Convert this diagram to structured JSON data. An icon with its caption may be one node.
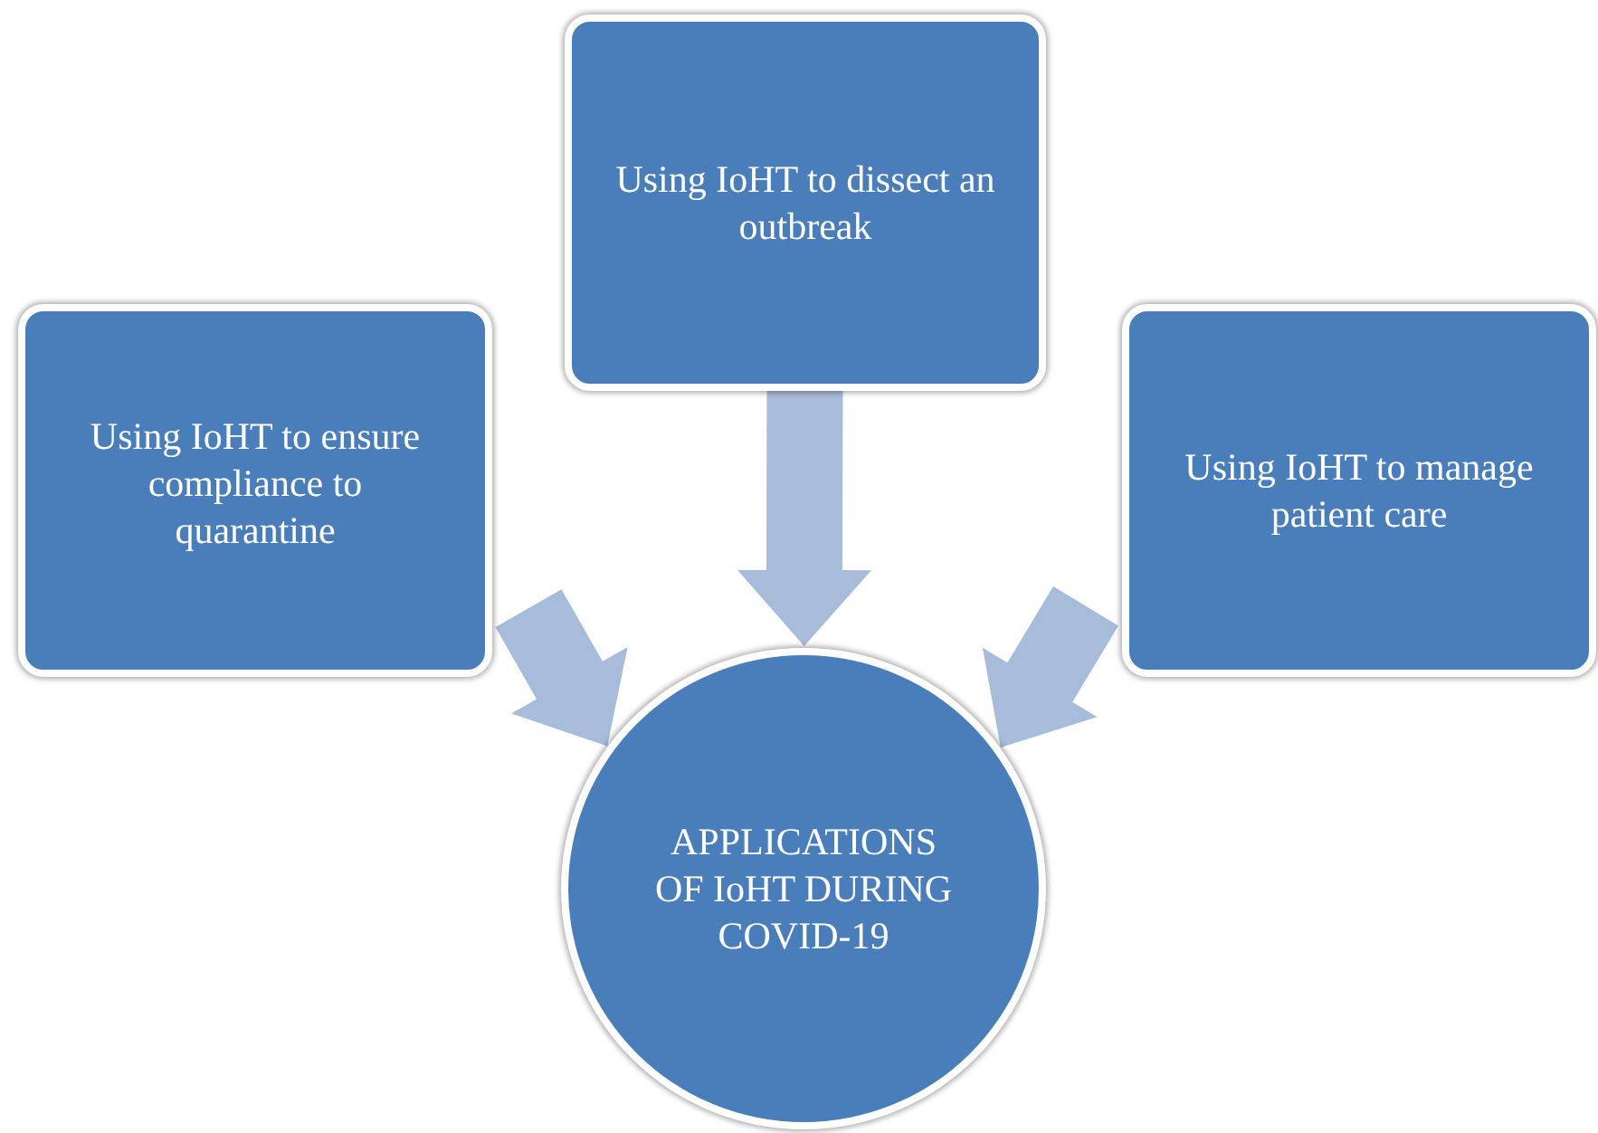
{
  "diagram": {
    "nodes": [
      {
        "text": [
          "Using IoHT to ensure compliance to quarantine"
        ]
      },
      {
        "text": [
          "Using IoHT to dissect an outbreak"
        ]
      },
      {
        "text": [
          "Using IoHT to manage patient care"
        ]
      },
      {
        "text": [
          "APPLICATIONS OF IoHT DURING COVID-19"
        ]
      }
    ],
    "edges": [
      {
        "from": 0,
        "to": 3,
        "arrow": "to"
      },
      {
        "from": 1,
        "to": 3,
        "arrow": "to"
      },
      {
        "from": 2,
        "to": 3,
        "arrow": "to"
      }
    ]
  }
}
